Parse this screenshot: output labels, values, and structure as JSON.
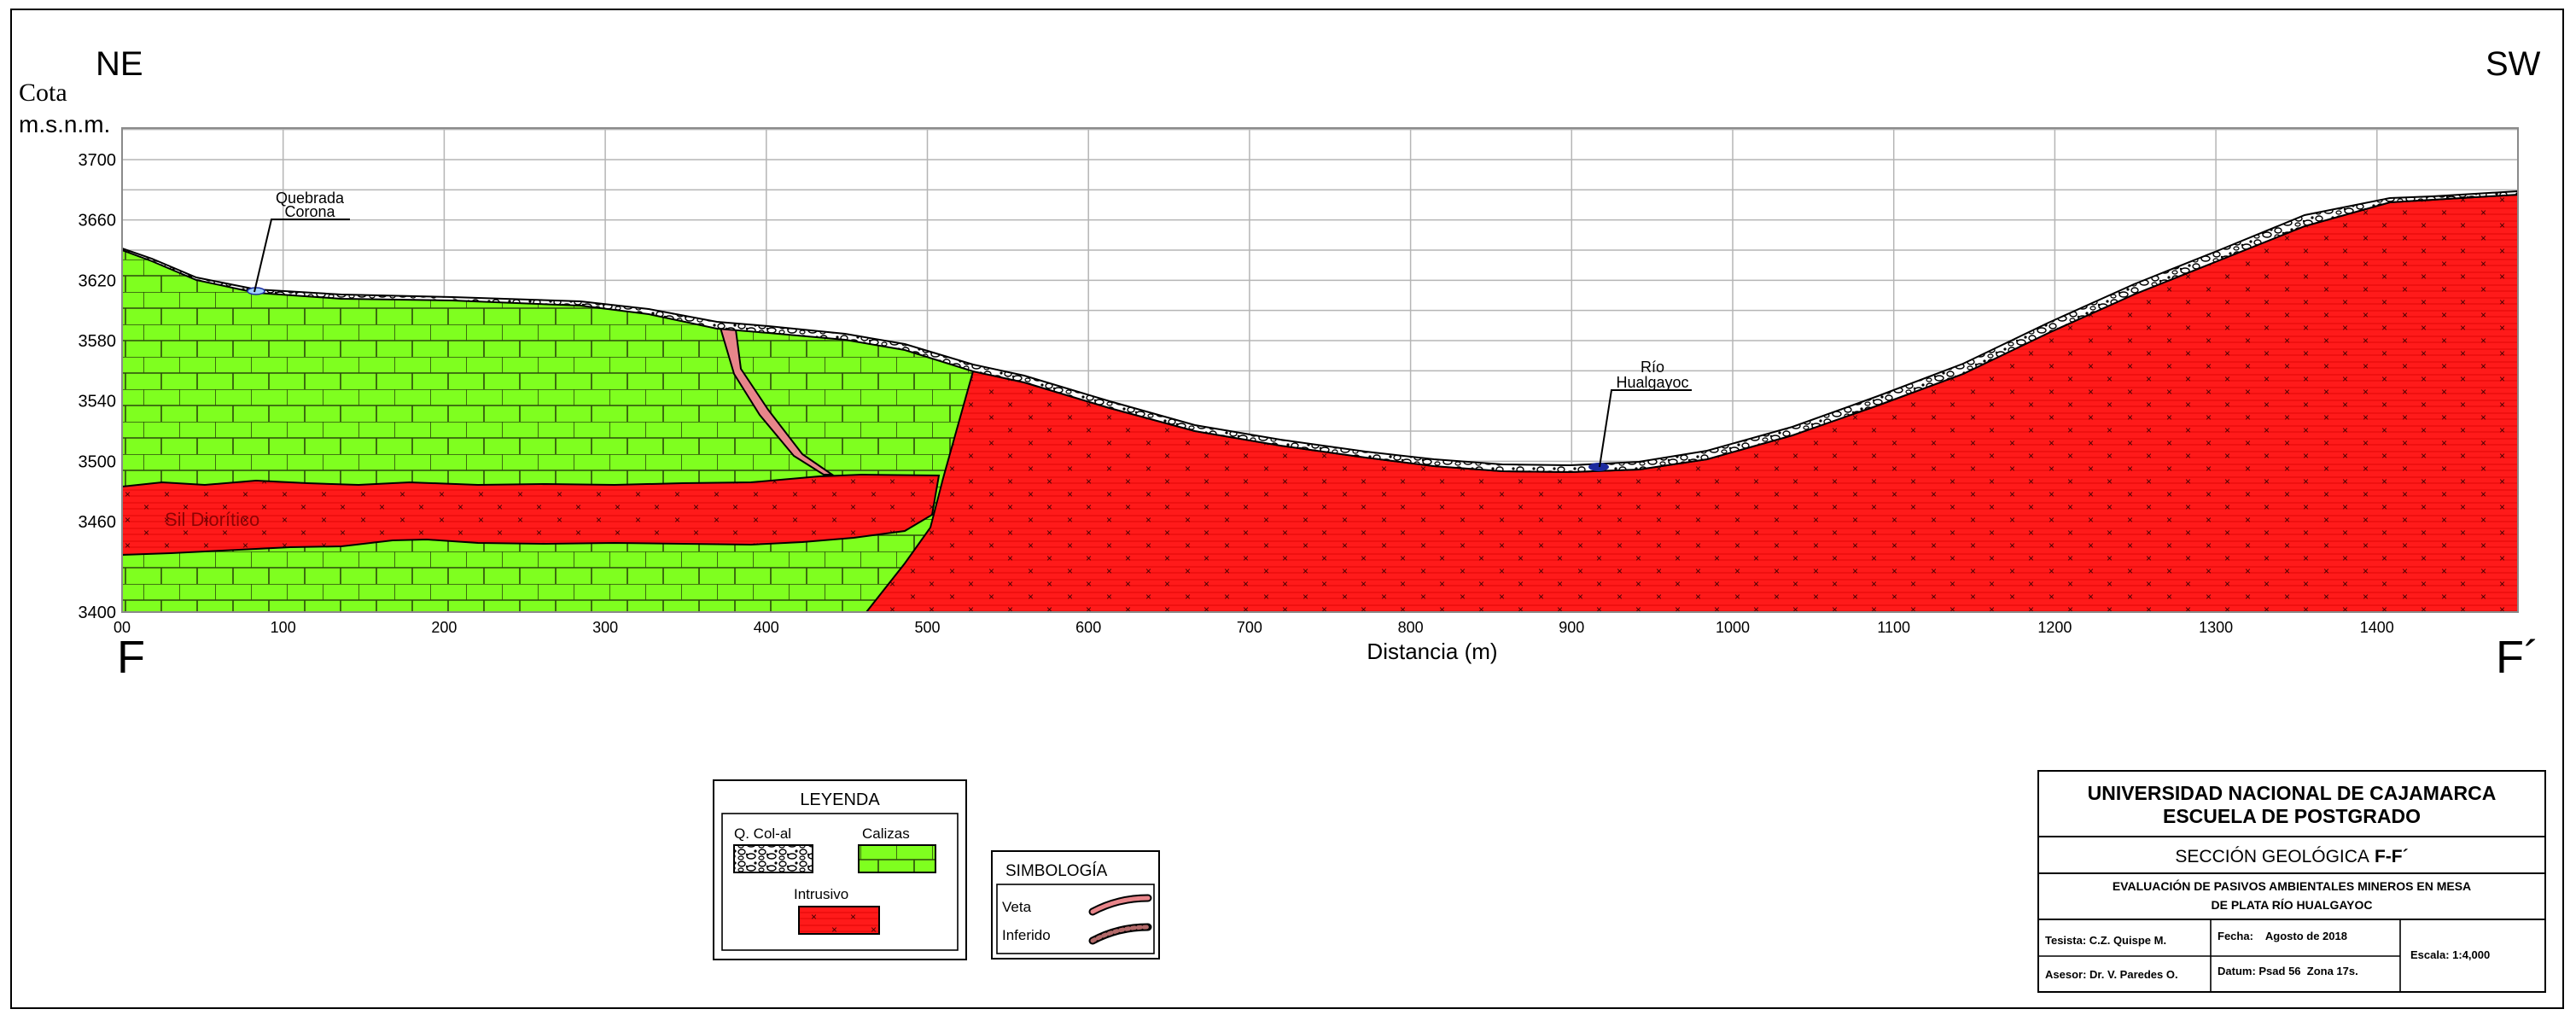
{
  "orientation": {
    "left": "NE",
    "right": "SW",
    "start": "F",
    "end": "F´"
  },
  "axes": {
    "y_title_1": "Cota",
    "y_title_2": "m.s.n.m.",
    "x_label": "Distancia (m)",
    "y_ticks": [
      "3400",
      "3460",
      "3500",
      "3540",
      "3580",
      "3620",
      "3660",
      "3700"
    ],
    "x_ticks": [
      "00",
      "100",
      "200",
      "300",
      "400",
      "500",
      "600",
      "700",
      "800",
      "900",
      "1000",
      "1100",
      "1200",
      "1300",
      "1400"
    ]
  },
  "labels": {
    "quebrada_1": "Quebrada",
    "quebrada_2": "Corona",
    "rio_1": "Río",
    "rio_2": "Hualgayoc",
    "sill": "Sil Diorítico"
  },
  "legend": {
    "title": "LEYENDA",
    "col_al": "Q. Col-al",
    "calizas": "Calizas",
    "intrusivo": "Intrusivo"
  },
  "symbology": {
    "title": "SIMBOLOGÍA",
    "veta": "Veta",
    "inferido": "Inferido"
  },
  "title_block": {
    "university": "UNIVERSIDAD NACIONAL DE CAJAMARCA",
    "school": "ESCUELA DE POSTGRADO",
    "section_prefix": "SECCIÓN GEOLÓGICA",
    "section_code": "F-F´",
    "project_1": "EVALUACIÓN DE PASIVOS AMBIENTALES MINEROS EN MESA",
    "project_2": "DE PLATA RÍO HUALGAYOC",
    "tesista": "Tesista: C.Z. Quispe M.",
    "asesor": "Asesor: Dr. V. Paredes O.",
    "fecha": "Fecha:    Agosto de 2018",
    "datum": "Datum: Psad 56  Zona 17s.",
    "escala": "Escala: 1:4,000"
  },
  "colors": {
    "intrusivo": "#ff1a1a",
    "calizas": "#7fff1f",
    "veta": "#e8858a",
    "rio": "#1b2a9e",
    "grid": "#b5b5b5"
  }
}
